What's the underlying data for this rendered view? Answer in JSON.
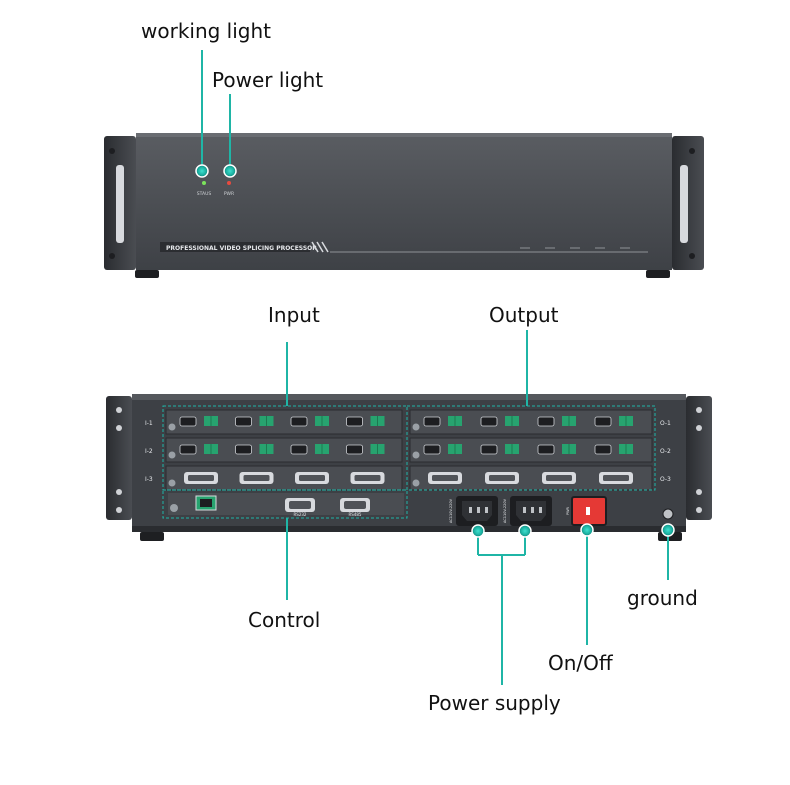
{
  "labels": {
    "working_light": "working light",
    "power_light": "Power light",
    "input": "Input",
    "output": "Output",
    "control": "Control",
    "power_supply": "Power supply",
    "on_off": "On/Off",
    "ground": "ground"
  },
  "front_panel": {
    "title": "PROFESSIONAL VIDEO SPLICING PROCESSOR",
    "status_label": "STAUS",
    "pwr_label": "PWR"
  },
  "rear_panel": {
    "input_rows": [
      "I-1",
      "I-2",
      "I-3"
    ],
    "output_rows": [
      "O-1",
      "O-2",
      "O-3"
    ],
    "ac_label": "AC110V-220V",
    "pwr_label": "PWR",
    "rs232_label": "RS232",
    "rs485_label": "RS485"
  },
  "colors": {
    "accent": "#1fb5a6",
    "chassis": "#4a4d52",
    "chassis_dark": "#2e3034",
    "switch_red": "#e53935"
  }
}
